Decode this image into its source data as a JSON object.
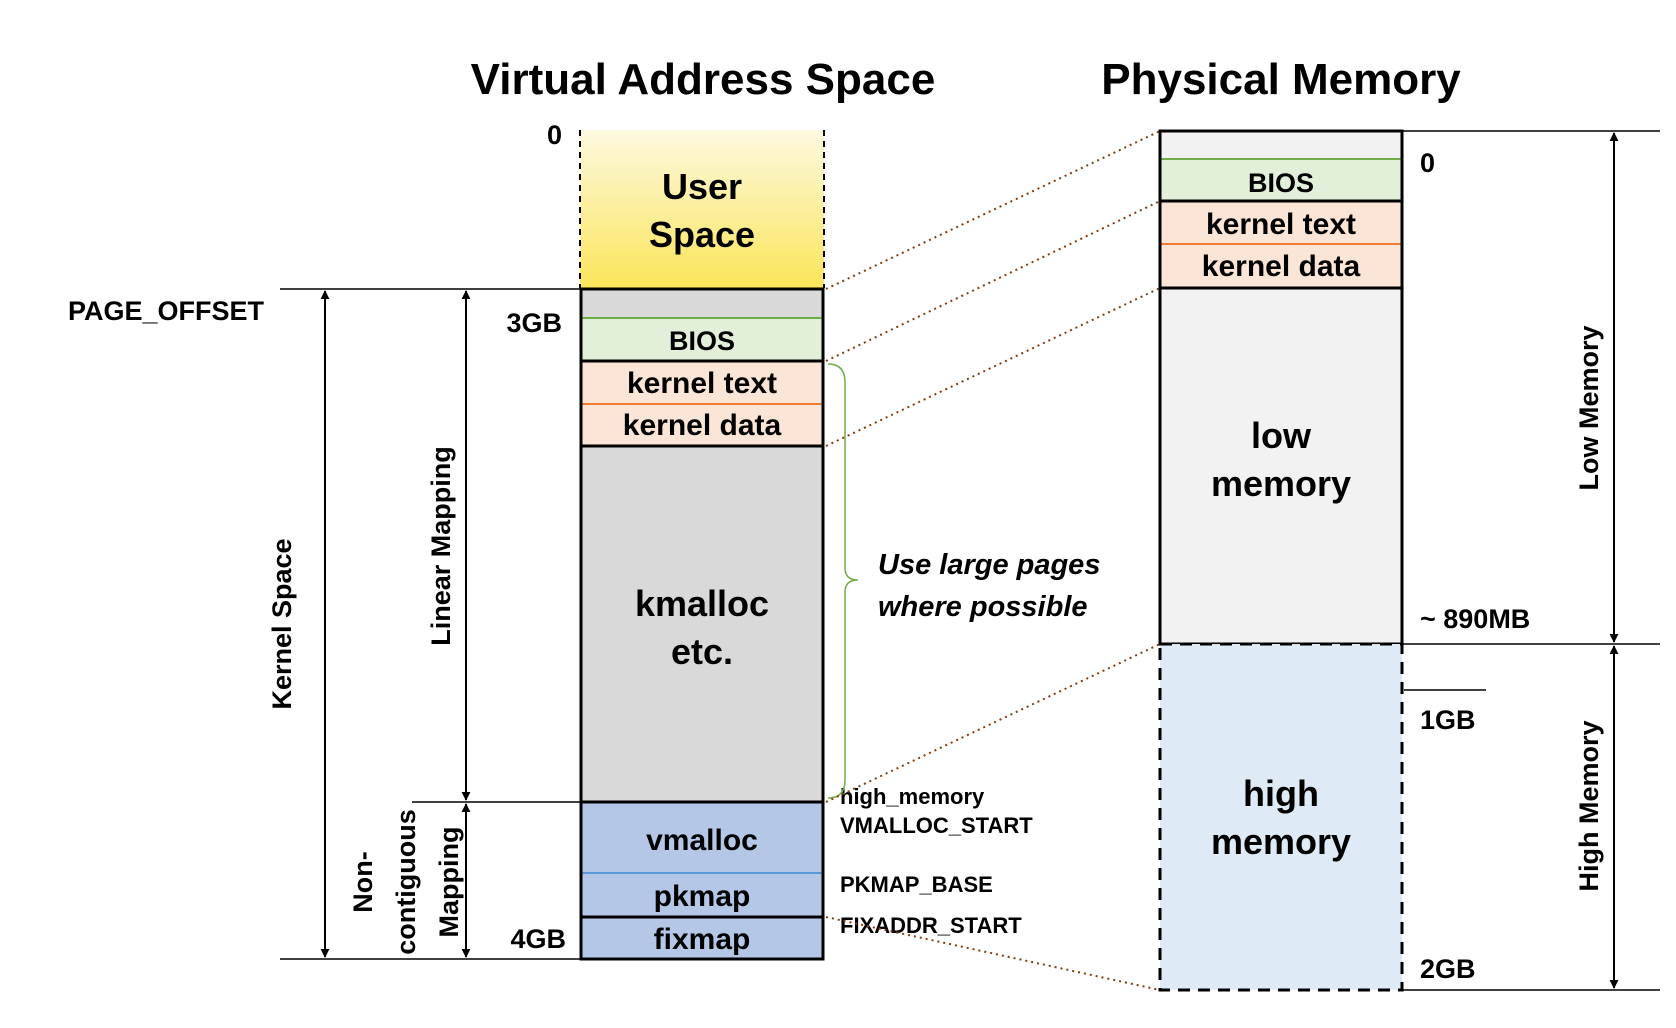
{
  "titles": {
    "virtual": "Virtual Address Space",
    "physical": "Physical Memory"
  },
  "virtual": {
    "user_space": [
      "User",
      "Space"
    ],
    "bios": "BIOS",
    "kernel_text": "kernel text",
    "kernel_data": "kernel data",
    "kmalloc": [
      "kmalloc",
      "etc."
    ],
    "vmalloc": "vmalloc",
    "pkmap": "pkmap",
    "fixmap": "fixmap",
    "addr_0": "0",
    "addr_3gb": "3GB",
    "addr_4gb": "4GB",
    "page_offset": "PAGE_OFFSET",
    "kernel_space": "Kernel Space",
    "linear_mapping": "Linear Mapping",
    "noncontig": [
      "Non-",
      "contiguous",
      "Mapping"
    ],
    "high_memory_sym": "high_memory",
    "vmalloc_start": "VMALLOC_START",
    "pkmap_base": "PKMAP_BASE",
    "fixaddr_start": "FIXADDR_START",
    "large_pages": [
      "Use large pages",
      "where possible"
    ]
  },
  "physical": {
    "bios": "BIOS",
    "kernel_text": "kernel text",
    "kernel_data": "kernel data",
    "low_memory": [
      "low",
      "memory"
    ],
    "high_memory": [
      "high",
      "memory"
    ],
    "addr_0": "0",
    "addr_890mb": "~ 890MB",
    "addr_1gb": "1GB",
    "addr_2gb": "2GB",
    "low_memory_label": "Low Memory",
    "high_memory_label": "High Memory"
  },
  "colors": {
    "user_space_top": "#fdf9e0",
    "user_space_bottom": "#fbe55a",
    "bios_fill": "#e2efd9",
    "bios_line": "#70ad47",
    "kernel_fill": "#fbe5d6",
    "kernel_line": "#ed7d31",
    "gray_fill": "#d9d9d9",
    "light_gray_fill": "#f2f2f2",
    "blue_fill": "#b4c7e7",
    "blue_line": "#5b9bd5",
    "high_mem_fill": "#deebf7",
    "mapping_line": "#843c0c",
    "brace": "#70ad47"
  }
}
